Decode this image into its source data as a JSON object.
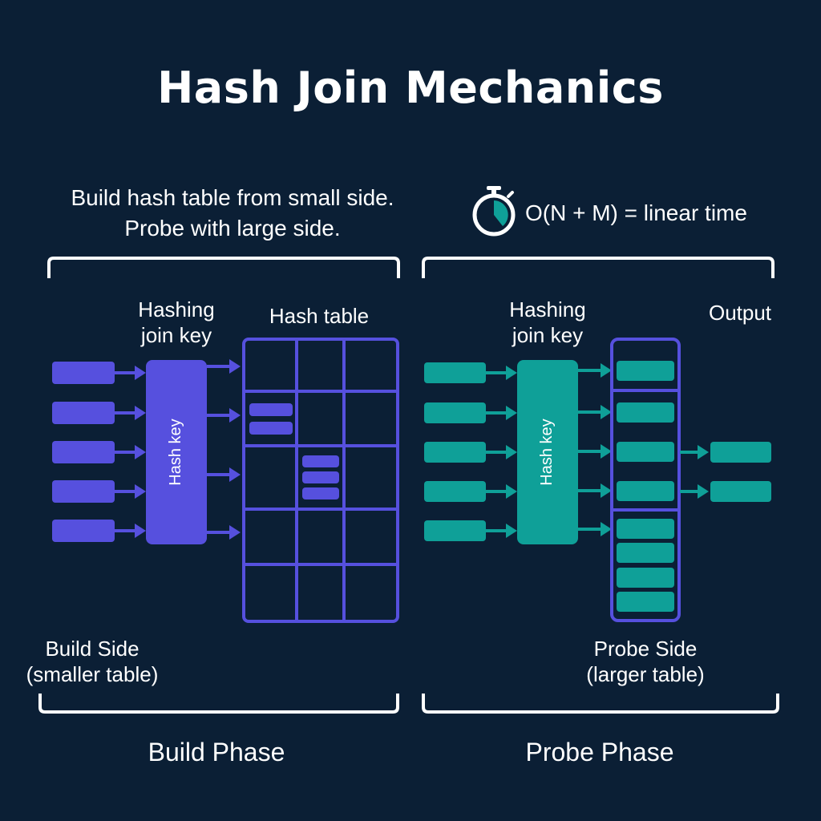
{
  "title": "Hash Join Mechanics",
  "summary": {
    "line1": "Build hash table from small side.",
    "line2": "Probe with large side."
  },
  "complexity": {
    "icon": "stopwatch-icon",
    "text": "O(N + M) = linear time"
  },
  "build": {
    "hashing_label_line1": "Hashing",
    "hashing_label_line2": "join key",
    "hash_box_label": "Hash key",
    "hash_table_label": "Hash table",
    "side_label_line1": "Build Side",
    "side_label_line2": "(smaller table)",
    "phase_label": "Build Phase",
    "input_rows": 5,
    "table_rows": 5,
    "table_cols": 3
  },
  "probe": {
    "hashing_label_line1": "Hashing",
    "hashing_label_line2": "join key",
    "hash_box_label": "Hash key",
    "output_label": "Output",
    "side_label_line1": "Probe Side",
    "side_label_line2": "(larger table)",
    "phase_label": "Probe Phase",
    "input_rows": 5,
    "output_rows": 2
  },
  "colors": {
    "background": "#0b1f35",
    "build_accent": "#5650de",
    "probe_accent": "#0fa098",
    "text": "#ffffff"
  }
}
